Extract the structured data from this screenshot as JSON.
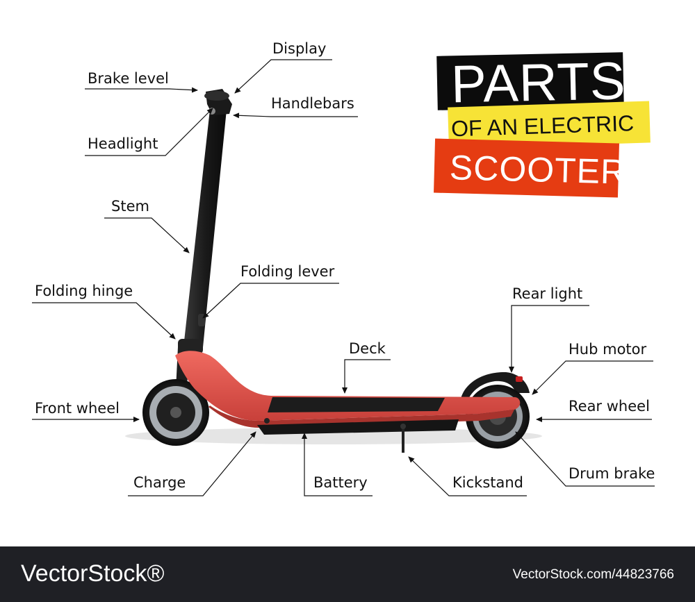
{
  "title": {
    "line1": "PARTS",
    "line2": "OF AN ELECTRIC",
    "line3": "SCOOTER"
  },
  "labels": {
    "display": "Display",
    "brake_level": "Brake level",
    "handlebars": "Handlebars",
    "headlight": "Headlight",
    "stem": "Stem",
    "folding_lever": "Folding lever",
    "folding_hinge": "Folding hinge",
    "rear_light": "Rear light",
    "deck": "Deck",
    "hub_motor": "Hub motor",
    "front_wheel": "Front wheel",
    "rear_wheel": "Rear wheel",
    "charge": "Charge",
    "battery": "Battery",
    "kickstand": "Kickstand",
    "drum_brake": "Drum brake"
  },
  "footer": {
    "brand": "VectorStock®",
    "code": "VectorStock.com/44823766"
  },
  "colors": {
    "deck_red": "#e8524a",
    "deck_dark": "#c63a33",
    "black": "#141414",
    "title_black": "#0c0c0c",
    "title_yellow": "#f7e336",
    "title_orange": "#e53c12",
    "footer_bg": "#1f2025"
  }
}
